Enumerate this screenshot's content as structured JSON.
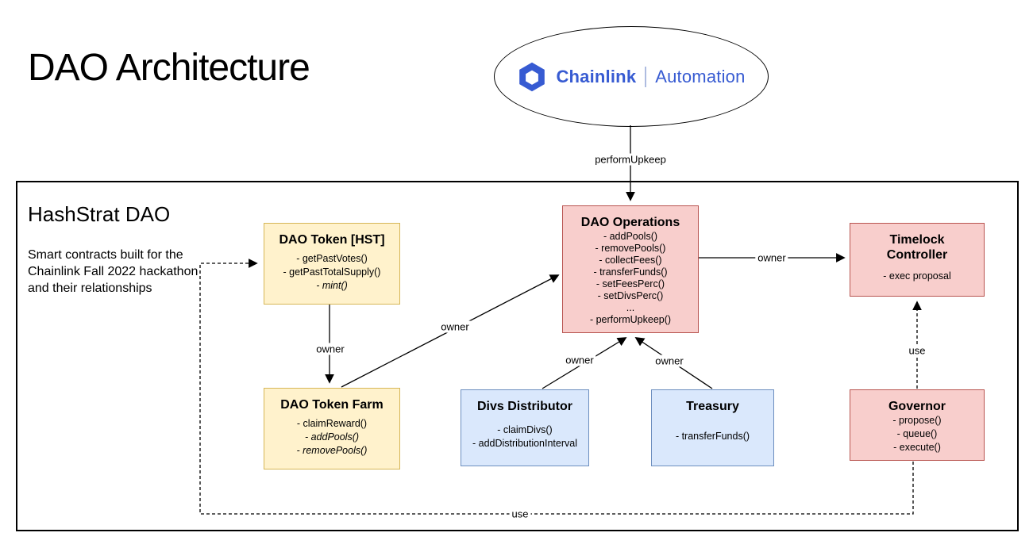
{
  "page_title": "DAO Architecture",
  "chainlink_node": {
    "brand": "Chainlink",
    "product": "Automation"
  },
  "dao_container": {
    "title": "HashStrat DAO",
    "description": [
      "Smart contracts built for the",
      "Chainlink Fall 2022 hackathon",
      "and their relationships"
    ]
  },
  "boxes": {
    "dao_token_hst": {
      "title": "DAO Token [HST]",
      "methods": [
        "- getPastVotes()",
        "- getPastTotalSupply()",
        "- mint()"
      ]
    },
    "dao_operations": {
      "title": "DAO Operations",
      "methods": [
        "- addPools()",
        "- removePools()",
        "- collectFees()",
        "- transferFunds()",
        "- setFeesPerc()",
        "- setDivsPerc()",
        "...",
        "- performUpkeep()"
      ]
    },
    "timelock_controller": {
      "title": "Timelock Controller",
      "methods": [
        "- exec proposal"
      ]
    },
    "dao_token_farm": {
      "title": "DAO Token Farm",
      "methods": [
        "- claimReward()",
        "- addPools()",
        "- removePools()"
      ]
    },
    "divs_distributor": {
      "title": "Divs Distributor",
      "methods": [
        "- claimDivs()",
        "- addDistributionInterval"
      ]
    },
    "treasury": {
      "title": "Treasury",
      "methods": [
        "- transferFunds()"
      ]
    },
    "governor": {
      "title": "Governor",
      "methods": [
        "- propose()",
        "- queue()",
        "- execute()"
      ]
    }
  },
  "edge_labels": {
    "perform_upkeep": "performUpkeep",
    "hst_to_farm": "owner",
    "farm_to_ops": "owner",
    "ops_to_timelock": "owner",
    "divs_to_ops": "owner",
    "treasury_to_ops": "owner",
    "governor_to_timelock": "use",
    "governor_to_hst": "use"
  },
  "colors": {
    "yellow_fill": "#FFF2CC",
    "yellow_stroke": "#D6B656",
    "red_fill": "#F8CECC",
    "red_stroke": "#B85450",
    "blue_fill": "#DAE8FC",
    "blue_stroke": "#6C8EBF",
    "chainlink_blue": "#375BD2",
    "line_color": "#000000"
  }
}
